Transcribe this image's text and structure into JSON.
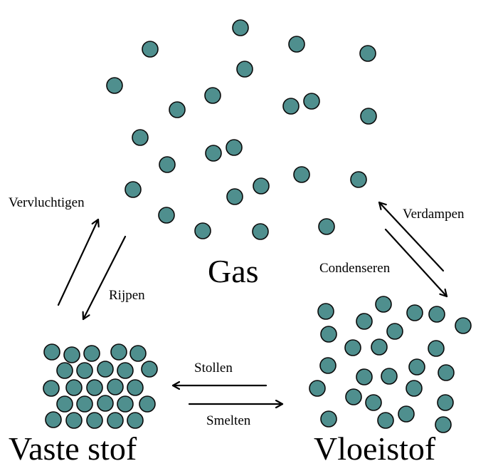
{
  "labels": {
    "gas": "Gas",
    "solid": "Vaste stof",
    "liquid": "Vloeistof",
    "sublimation": "Vervluchtigen",
    "deposition": "Rijpen",
    "evaporation": "Verdampen",
    "condensation": "Condenseren",
    "freezing": "Stollen",
    "melting": "Smelten"
  },
  "colors": {
    "particle_fill": "#4f8f8e",
    "particle_stroke": "#0a0a0a",
    "line": "#000000"
  }
}
